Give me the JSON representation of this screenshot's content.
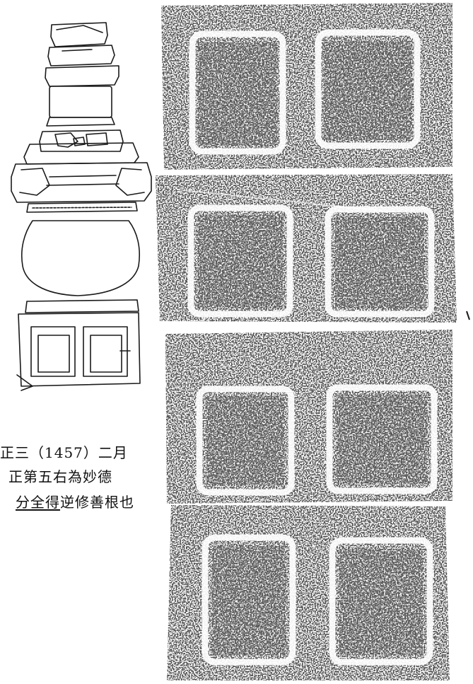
{
  "figure": {
    "caption_lines": [
      {
        "parts": [
          {
            "text": "正三（1457）二月",
            "underline": false
          }
        ]
      },
      {
        "parts": [
          {
            "text": "正第五右為妙德",
            "underline": false
          }
        ]
      },
      {
        "parts": [
          {
            "text": "分全得",
            "underline": true
          },
          {
            "text": "逆修善根也",
            "underline": false
          }
        ]
      }
    ],
    "rubbing_count": 4,
    "ink_color": "#1a1a1a",
    "paper_color": "#ffffff"
  }
}
